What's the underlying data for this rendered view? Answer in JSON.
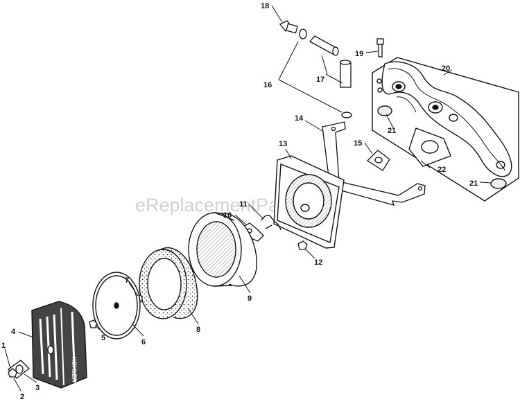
{
  "watermark": "eReplacementParts.com",
  "callouts": {
    "c1": "1",
    "c2": "2",
    "c3": "3",
    "c4": "4",
    "c5": "5",
    "c6": "6",
    "c7": "7",
    "c8": "8",
    "c9": "9",
    "c10": "10",
    "c11": "11",
    "c12": "12",
    "c13": "13",
    "c14": "14",
    "c15": "15",
    "c16": "16",
    "c17": "17",
    "c18": "18",
    "c19": "19",
    "c20": "20",
    "c21a": "21",
    "c21b": "21",
    "c22": "22"
  },
  "cover_lettering": "KOHLER",
  "colors": {
    "line": "#111111",
    "shade": "#444444",
    "background": "#ffffff",
    "watermark": "#c9c9c9"
  }
}
